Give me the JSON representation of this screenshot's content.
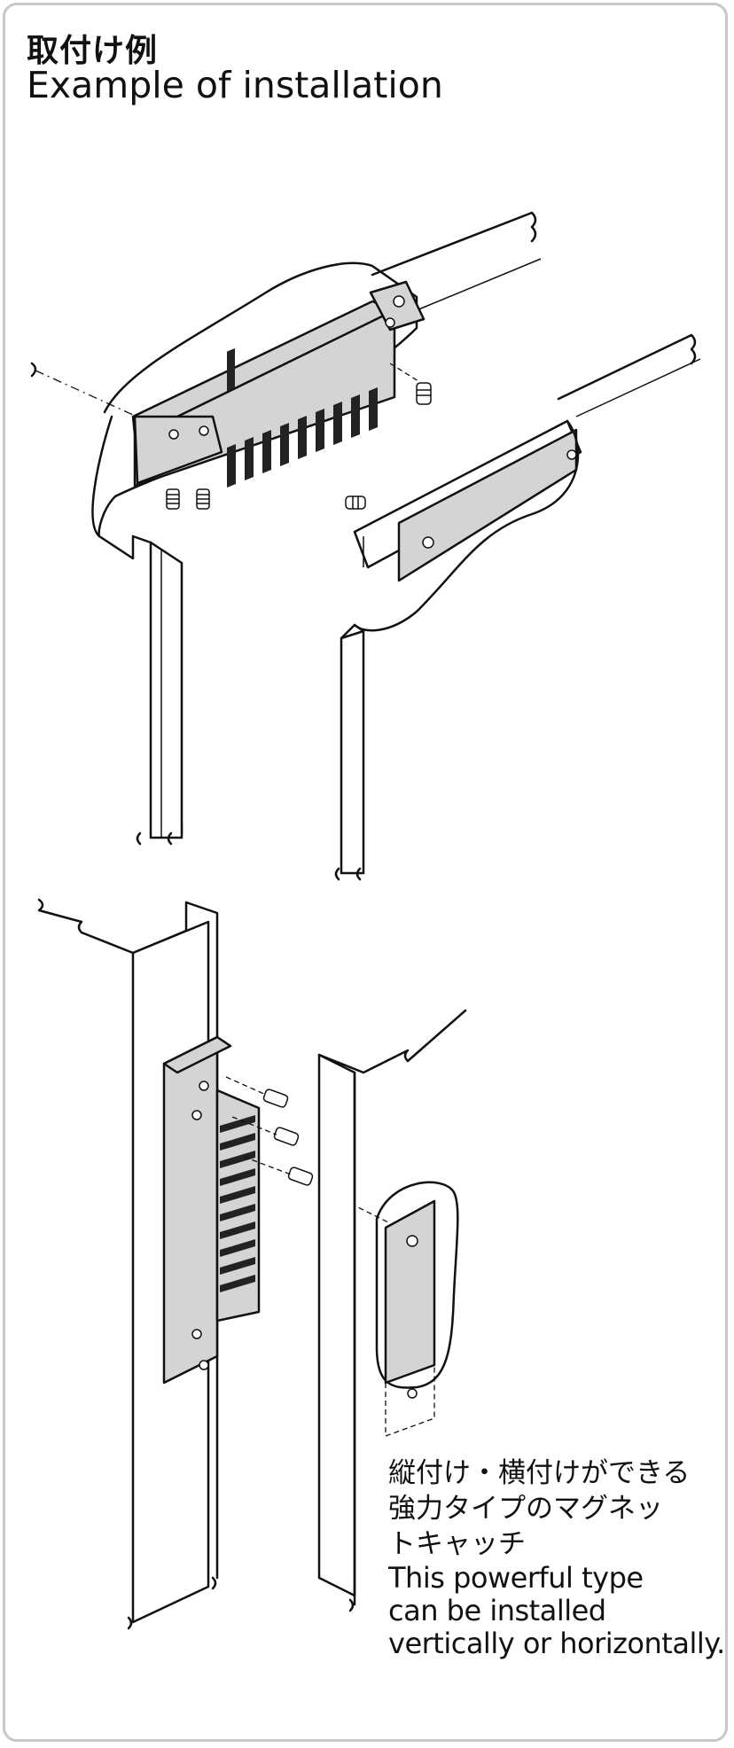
{
  "title": {
    "ja": "取付け例",
    "en": "Example of installation"
  },
  "caption": {
    "ja": "縦付け・横付けができる\n強力タイプのマグネッ\nトキャッチ",
    "en": "This powerful type\ncan be installed\nvertically or horizontally."
  },
  "colors": {
    "metal": "#d4d4d4",
    "line": "#111111",
    "border": "#c9c9c9"
  }
}
